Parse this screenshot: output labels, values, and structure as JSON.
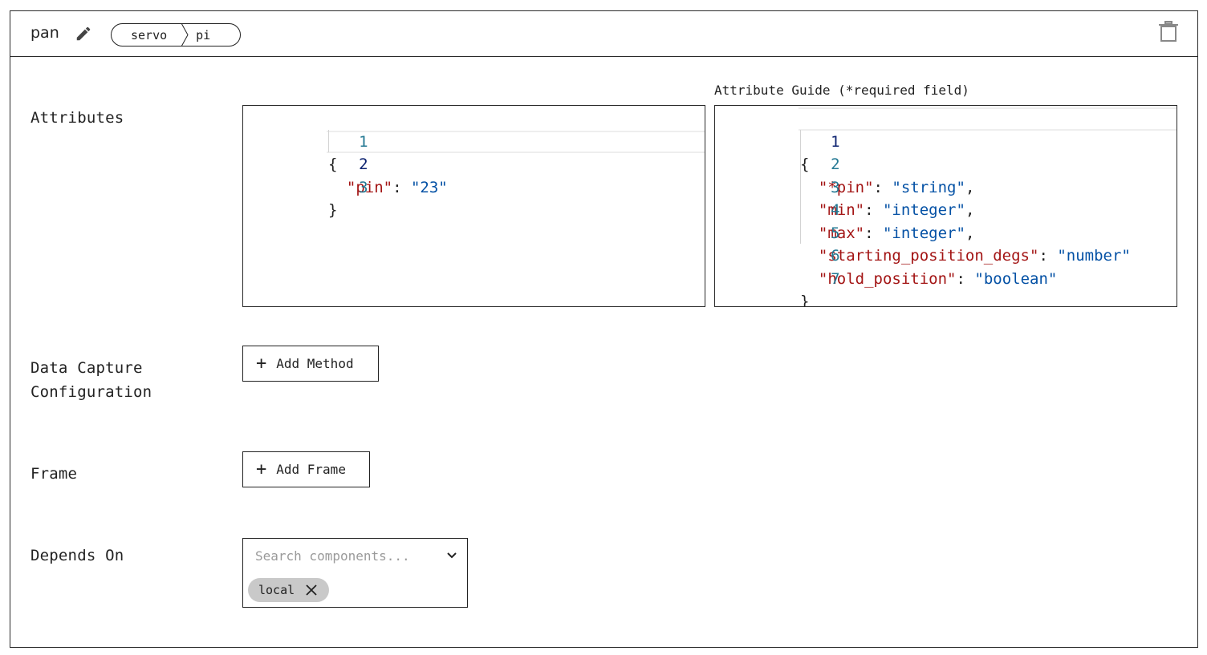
{
  "header": {
    "component_name": "pan",
    "breadcrumb": [
      "servo",
      "pi"
    ]
  },
  "sections": {
    "attributes_label": "Attributes",
    "data_capture_label_line1": "Data Capture",
    "data_capture_label_line2": "Configuration",
    "frame_label": "Frame",
    "depends_on_label": "Depends On"
  },
  "attributes_editor": {
    "line_numbers": [
      "1",
      "2",
      "3"
    ],
    "lines": [
      {
        "prefix": "{",
        "key": "",
        "sep": "",
        "value": "",
        "suffix": ""
      },
      {
        "prefix": "  ",
        "key": "\"pin\"",
        "sep": ": ",
        "value": "\"23\"",
        "suffix": ""
      },
      {
        "prefix": "}",
        "key": "",
        "sep": "",
        "value": "",
        "suffix": ""
      }
    ]
  },
  "attribute_guide": {
    "title": "Attribute Guide (*required field)",
    "line_numbers": [
      "1",
      "2",
      "3",
      "4",
      "5",
      "6",
      "7"
    ],
    "lines": [
      {
        "prefix": "{",
        "key": "",
        "sep": "",
        "value": "",
        "suffix": ""
      },
      {
        "prefix": "  ",
        "key": "\"*pin\"",
        "sep": ": ",
        "value": "\"string\"",
        "suffix": ","
      },
      {
        "prefix": "  ",
        "key": "\"min\"",
        "sep": ": ",
        "value": "\"integer\"",
        "suffix": ","
      },
      {
        "prefix": "  ",
        "key": "\"max\"",
        "sep": ": ",
        "value": "\"integer\"",
        "suffix": ","
      },
      {
        "prefix": "  ",
        "key": "\"starting_position_degs\"",
        "sep": ": ",
        "value": "\"number\"",
        "suffix": ""
      },
      {
        "prefix": "  ",
        "key": "\"hold_position\"",
        "sep": ": ",
        "value": "\"boolean\"",
        "suffix": ""
      },
      {
        "prefix": "}",
        "key": "",
        "sep": "",
        "value": "",
        "suffix": ""
      }
    ]
  },
  "buttons": {
    "add_method_label": "Add Method",
    "add_frame_label": "Add Frame"
  },
  "depends_on": {
    "placeholder": "Search components...",
    "chips": [
      "local"
    ]
  },
  "icons": {
    "edit": "pencil-icon",
    "delete": "trash-icon",
    "plus": "plus-icon",
    "dropdown": "chevron-down-icon",
    "remove": "close-icon"
  }
}
